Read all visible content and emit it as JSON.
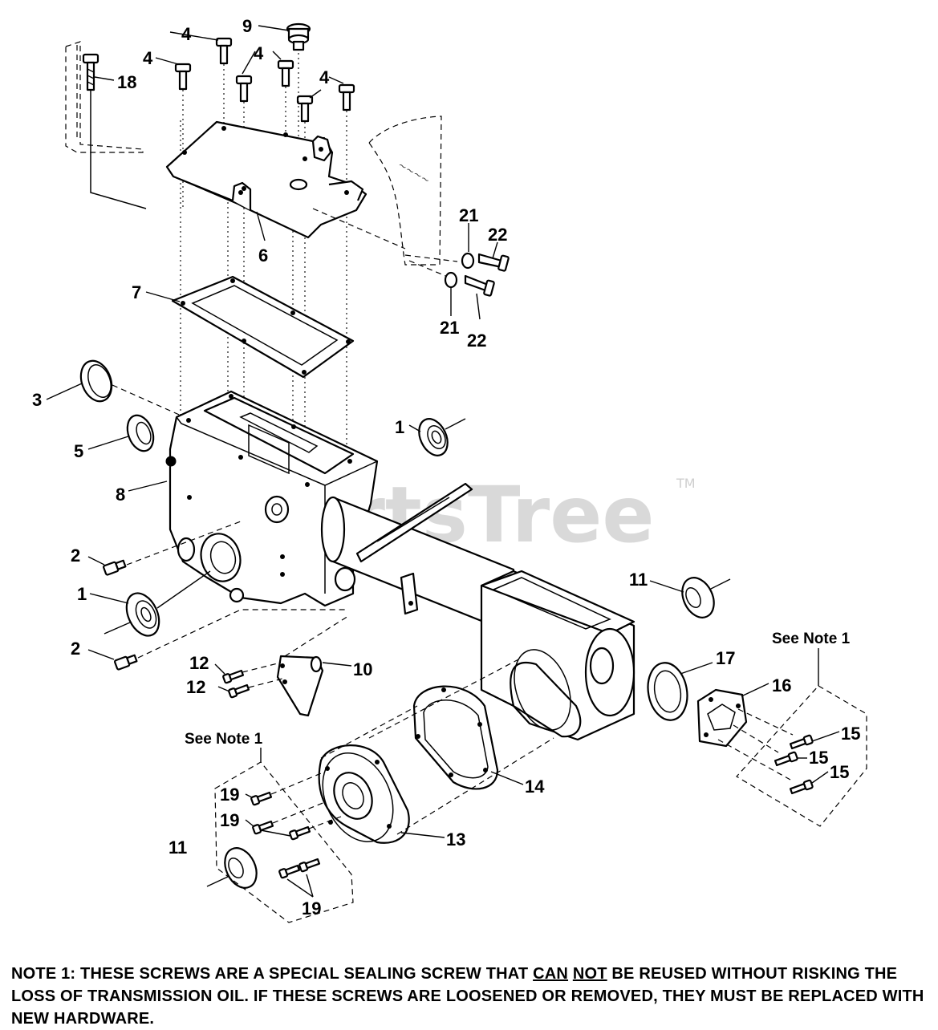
{
  "watermark": {
    "text": "PartsTree",
    "trademark": "TM"
  },
  "callouts": {
    "c1a": "1",
    "c1b": "1",
    "c2a": "2",
    "c2b": "2",
    "c3": "3",
    "c4a": "4",
    "c4b": "4",
    "c4c": "4",
    "c4d": "4",
    "c5": "5",
    "c6": "6",
    "c7": "7",
    "c8": "8",
    "c9": "9",
    "c10": "10",
    "c11a": "11",
    "c11b": "11",
    "c12a": "12",
    "c12b": "12",
    "c13": "13",
    "c14": "14",
    "c15a": "15",
    "c15b": "15",
    "c15c": "15",
    "c16": "16",
    "c17": "17",
    "c18": "18",
    "c19a": "19",
    "c19b": "19",
    "c19c": "19",
    "c21a": "21",
    "c21b": "21",
    "c22a": "22",
    "c22b": "22"
  },
  "see_notes": {
    "right": "See Note 1",
    "left": "See Note 1"
  },
  "note": {
    "prefix": "NOTE 1: THESE SCREWS ARE A SPECIAL SEALING SCREW THAT ",
    "can": "CAN",
    "not": "NOT",
    "suffix": " BE REUSED WITHOUT RISKING THE LOSS OF TRANSMISSION OIL.  IF THESE SCREWS ARE LOOSENED OR REMOVED, THEY MUST BE REPLACED WITH NEW HARDWARE."
  }
}
